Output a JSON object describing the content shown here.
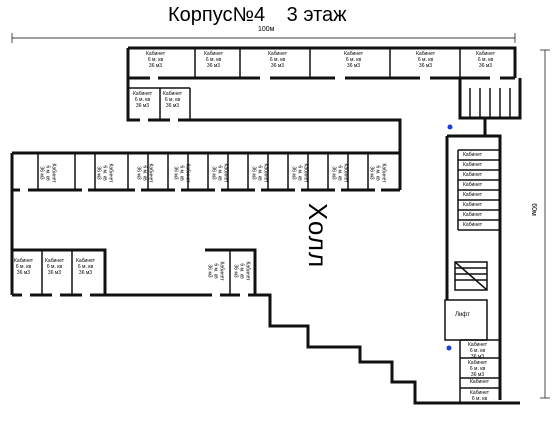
{
  "title": {
    "building": "Корпус№4",
    "floor": "3 этаж"
  },
  "dimensions": {
    "width": "100м",
    "height": "60м"
  },
  "hall_label": "Холл",
  "lift_label": "Лифт",
  "room_text": {
    "cabinet": "Кабинет",
    "size": "6 м. кв",
    "area": "36 м3"
  },
  "colors": {
    "wall": "#111111",
    "door": "#ffffff",
    "marker": "#1a3fd6"
  }
}
